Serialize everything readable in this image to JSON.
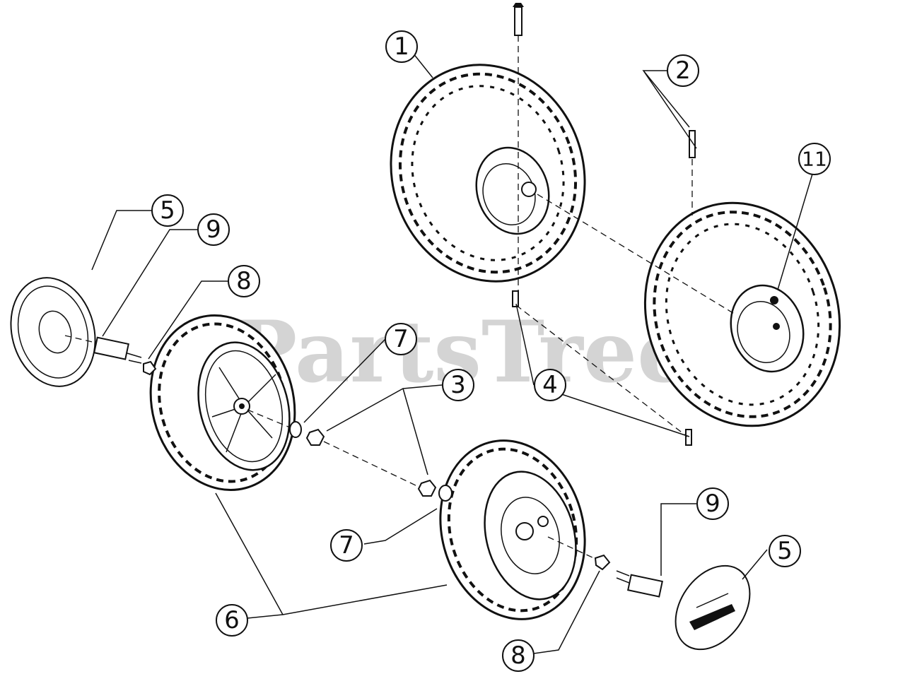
{
  "watermark": "PartsTree",
  "callouts": {
    "c1": "1",
    "c2": "2",
    "c3": "3",
    "c4": "4",
    "c5a": "5",
    "c5b": "5",
    "c6": "6",
    "c7a": "7",
    "c7b": "7",
    "c8a": "8",
    "c8b": "8",
    "c9a": "9",
    "c9b": "9",
    "c11": "11"
  }
}
